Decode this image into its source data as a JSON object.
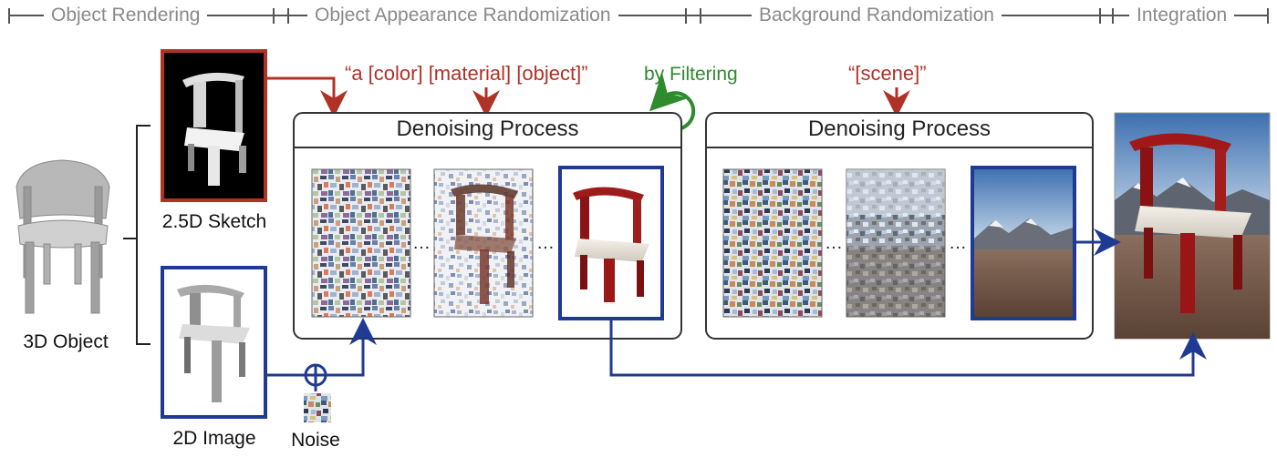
{
  "stages": {
    "object_rendering": "Object Rendering",
    "appearance": "Object Appearance Randomization",
    "background": "Background Randomization",
    "integration": "Integration"
  },
  "inputs": {
    "object_label": "3D Object",
    "sketch_label": "2.5D Sketch",
    "image_label": "2D Image",
    "noise_label": "Noise"
  },
  "appearance_box": {
    "title": "Denoising Process",
    "prompt": "“a [color] [material] [object]”",
    "filter_label": "by Filtering",
    "ellipsis_1": "…",
    "ellipsis_2": "…"
  },
  "background_box": {
    "title": "Denoising Process",
    "prompt": "“[scene]”",
    "ellipsis_1": "…",
    "ellipsis_2": "…"
  },
  "colors": {
    "sketch_red": "#b03226",
    "image_blue": "#1f3a93",
    "filter_green": "#2e8b2e",
    "stage_gray": "#8a8a8a"
  }
}
